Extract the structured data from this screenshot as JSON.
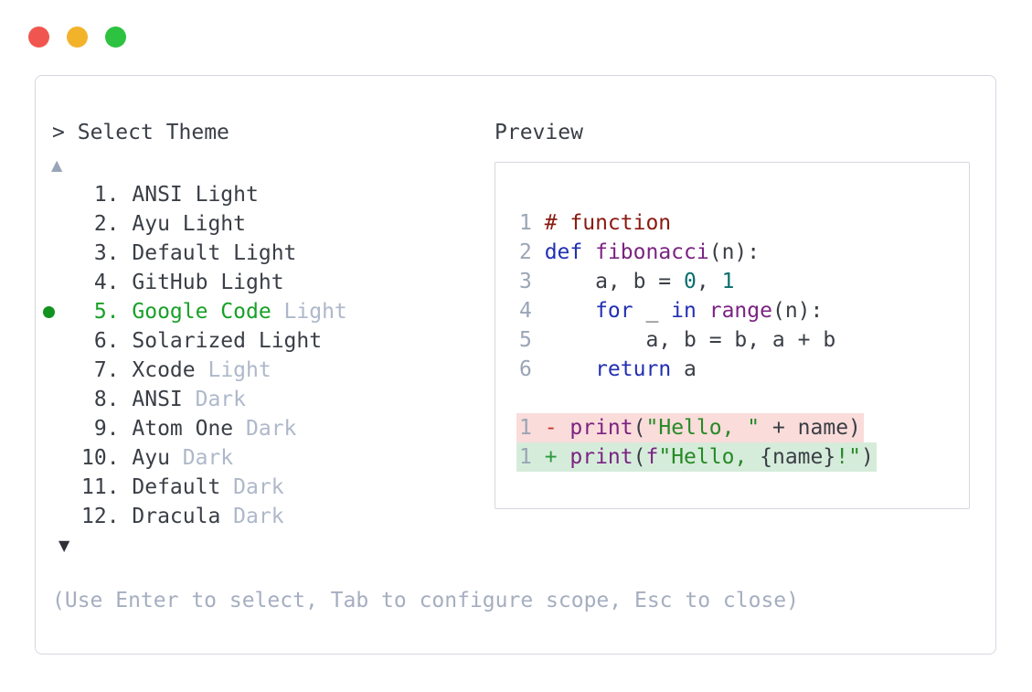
{
  "colors": {
    "text_dark": "#3a3e46",
    "muted": "#aeb8ca",
    "selected_green": "#18a028",
    "bullet_green": "#12921f",
    "arrow_up": "#98a5b8",
    "arrow_down": "#2e3136",
    "line_number": "#9aa5b5",
    "comment": "#8a1a10",
    "keyword": "#2230b2",
    "func": "#7b2382",
    "number": "#0b6e6e",
    "string": "#268a26",
    "diff_del_bg": "#fadcda",
    "diff_add_bg": "#d6ecdb",
    "diff_del_marker": "#c9352c",
    "diff_add_marker": "#2c9a3f",
    "panel_border": "#d4d8df",
    "hint": "#a5aec0"
  },
  "window": {
    "controls": [
      {
        "name": "close",
        "color": "#f0564f"
      },
      {
        "name": "minimize",
        "color": "#f2b32b"
      },
      {
        "name": "zoom",
        "color": "#2dc240"
      }
    ]
  },
  "dialog": {
    "prompt_caret": ">",
    "prompt_title": "Select Theme",
    "scroll_up": "▲",
    "scroll_down": "▼",
    "items": [
      {
        "number": "1.",
        "name": "ANSI",
        "variant": "Light",
        "variant_muted": false,
        "selected": false
      },
      {
        "number": "2.",
        "name": "Ayu",
        "variant": "Light",
        "variant_muted": false,
        "selected": false
      },
      {
        "number": "3.",
        "name": "Default",
        "variant": "Light",
        "variant_muted": false,
        "selected": false
      },
      {
        "number": "4.",
        "name": "GitHub",
        "variant": "Light",
        "variant_muted": false,
        "selected": false
      },
      {
        "number": "5.",
        "name": "Google Code",
        "variant": "Light",
        "variant_muted": true,
        "selected": true
      },
      {
        "number": "6.",
        "name": "Solarized",
        "variant": "Light",
        "variant_muted": false,
        "selected": false
      },
      {
        "number": "7.",
        "name": "Xcode",
        "variant": "Light",
        "variant_muted": true,
        "selected": false
      },
      {
        "number": "8.",
        "name": "ANSI",
        "variant": "Dark",
        "variant_muted": true,
        "selected": false
      },
      {
        "number": "9.",
        "name": "Atom One",
        "variant": "Dark",
        "variant_muted": true,
        "selected": false
      },
      {
        "number": "10.",
        "name": "Ayu",
        "variant": "Dark",
        "variant_muted": true,
        "selected": false
      },
      {
        "number": "11.",
        "name": "Default",
        "variant": "Dark",
        "variant_muted": true,
        "selected": false
      },
      {
        "number": "12.",
        "name": "Dracula",
        "variant": "Dark",
        "variant_muted": true,
        "selected": false
      }
    ],
    "hint": "(Use Enter to select, Tab to configure scope, Esc to close)"
  },
  "preview": {
    "label": "Preview",
    "lines": [
      {
        "num": "1",
        "diff": null,
        "tokens": [
          {
            "t": "# function",
            "c": "comment"
          }
        ]
      },
      {
        "num": "2",
        "diff": null,
        "tokens": [
          {
            "t": "def",
            "c": "keyword"
          },
          {
            "t": " ",
            "c": "plain"
          },
          {
            "t": "fibonacci",
            "c": "func"
          },
          {
            "t": "(n):",
            "c": "plain"
          }
        ]
      },
      {
        "num": "3",
        "diff": null,
        "tokens": [
          {
            "t": "    a, b = ",
            "c": "plain"
          },
          {
            "t": "0",
            "c": "number"
          },
          {
            "t": ", ",
            "c": "plain"
          },
          {
            "t": "1",
            "c": "number"
          }
        ]
      },
      {
        "num": "4",
        "diff": null,
        "tokens": [
          {
            "t": "    ",
            "c": "plain"
          },
          {
            "t": "for",
            "c": "keyword"
          },
          {
            "t": " _ ",
            "c": "plain"
          },
          {
            "t": "in",
            "c": "keyword"
          },
          {
            "t": " ",
            "c": "plain"
          },
          {
            "t": "range",
            "c": "func"
          },
          {
            "t": "(n):",
            "c": "plain"
          }
        ]
      },
      {
        "num": "5",
        "diff": null,
        "tokens": [
          {
            "t": "        a, b = b, a + b",
            "c": "plain"
          }
        ]
      },
      {
        "num": "6",
        "diff": null,
        "tokens": [
          {
            "t": "    ",
            "c": "plain"
          },
          {
            "t": "return",
            "c": "keyword"
          },
          {
            "t": " a",
            "c": "plain"
          }
        ]
      },
      {
        "num": "",
        "diff": null,
        "tokens": []
      },
      {
        "num": "1",
        "diff": "del",
        "tokens": [
          {
            "t": "- ",
            "c": "del-marker"
          },
          {
            "t": "print",
            "c": "func"
          },
          {
            "t": "(",
            "c": "plain"
          },
          {
            "t": "\"Hello, \"",
            "c": "string"
          },
          {
            "t": " + name)",
            "c": "plain"
          }
        ]
      },
      {
        "num": "1",
        "diff": "add",
        "tokens": [
          {
            "t": "+ ",
            "c": "add-marker"
          },
          {
            "t": "print",
            "c": "func"
          },
          {
            "t": "(",
            "c": "plain"
          },
          {
            "t": "f",
            "c": "func"
          },
          {
            "t": "\"Hello, ",
            "c": "string"
          },
          {
            "t": "{name}",
            "c": "plain"
          },
          {
            "t": "!\"",
            "c": "string"
          },
          {
            "t": ")",
            "c": "plain"
          }
        ]
      }
    ]
  }
}
